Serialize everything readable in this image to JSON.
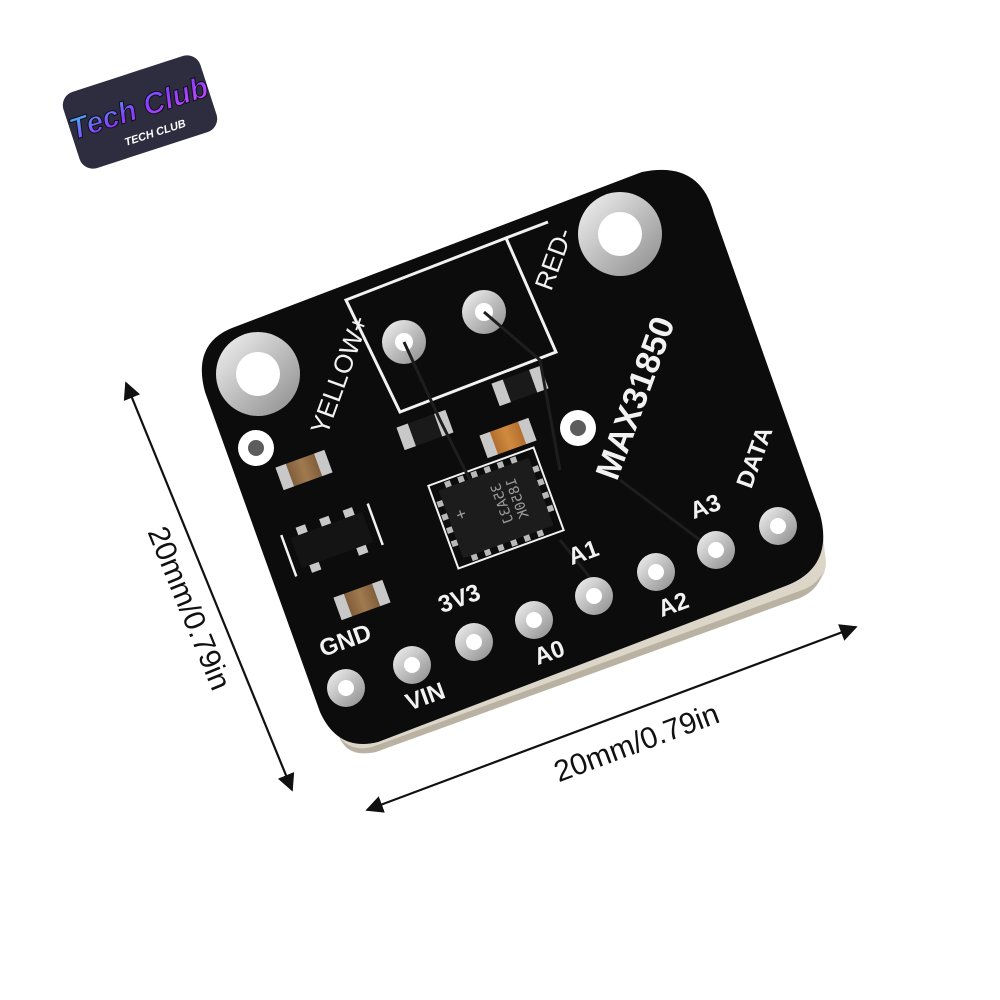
{
  "logo": {
    "script_text": "Tech Club",
    "sub_text": "TECH CLUB",
    "colors": {
      "cyan": "#39c6f0",
      "purple": "#8a3cff",
      "pink": "#d14cff",
      "outline": "#1b1b2f"
    }
  },
  "dimensions": {
    "vertical": "20mm/0.79in",
    "horizontal": "20mm/0.79in"
  },
  "board": {
    "chip_name": "MAX31850",
    "connector_labels": {
      "positive": "YELLOW+",
      "negative": "RED-"
    },
    "chip_marking": {
      "line1": "1850K",
      "line2": "35A3J",
      "pin1_mark": "+"
    },
    "pins": {
      "gnd": "GND",
      "vin": "VIN",
      "v3v3": "3V3",
      "a0": "A0",
      "a1": "A1",
      "a2": "A2",
      "a3": "A3",
      "data": "DATA"
    },
    "colors": {
      "pcb": "#0c0c0d",
      "silkscreen": "#f2f2f2",
      "pad": "#c9c9c9",
      "edge": "#d9d4c8"
    }
  }
}
